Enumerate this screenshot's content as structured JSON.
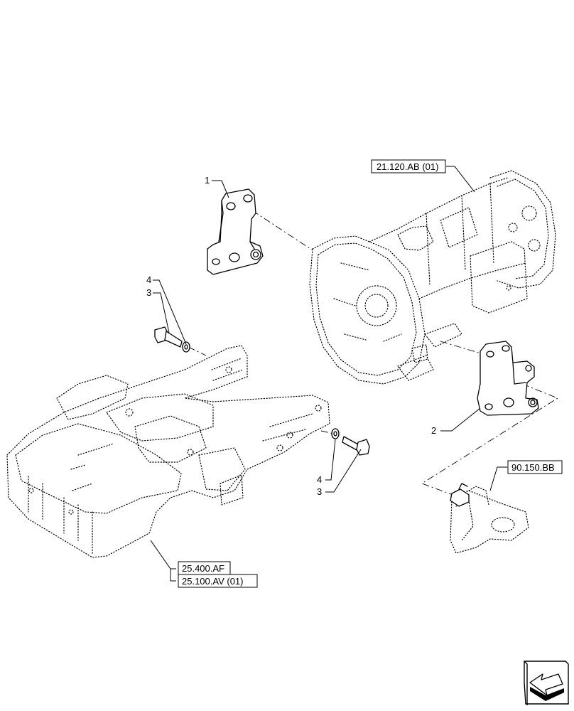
{
  "callouts": {
    "item1": "1",
    "item2": "2",
    "item3_upper": "3",
    "item4_upper": "4",
    "item3_lower": "3",
    "item4_lower": "4"
  },
  "references": {
    "transmission": "21.120.AB (01)",
    "bracket_front": "90.150.BB",
    "frame_a": "25.400.AF",
    "frame_b": "25.100.AV (01)"
  }
}
